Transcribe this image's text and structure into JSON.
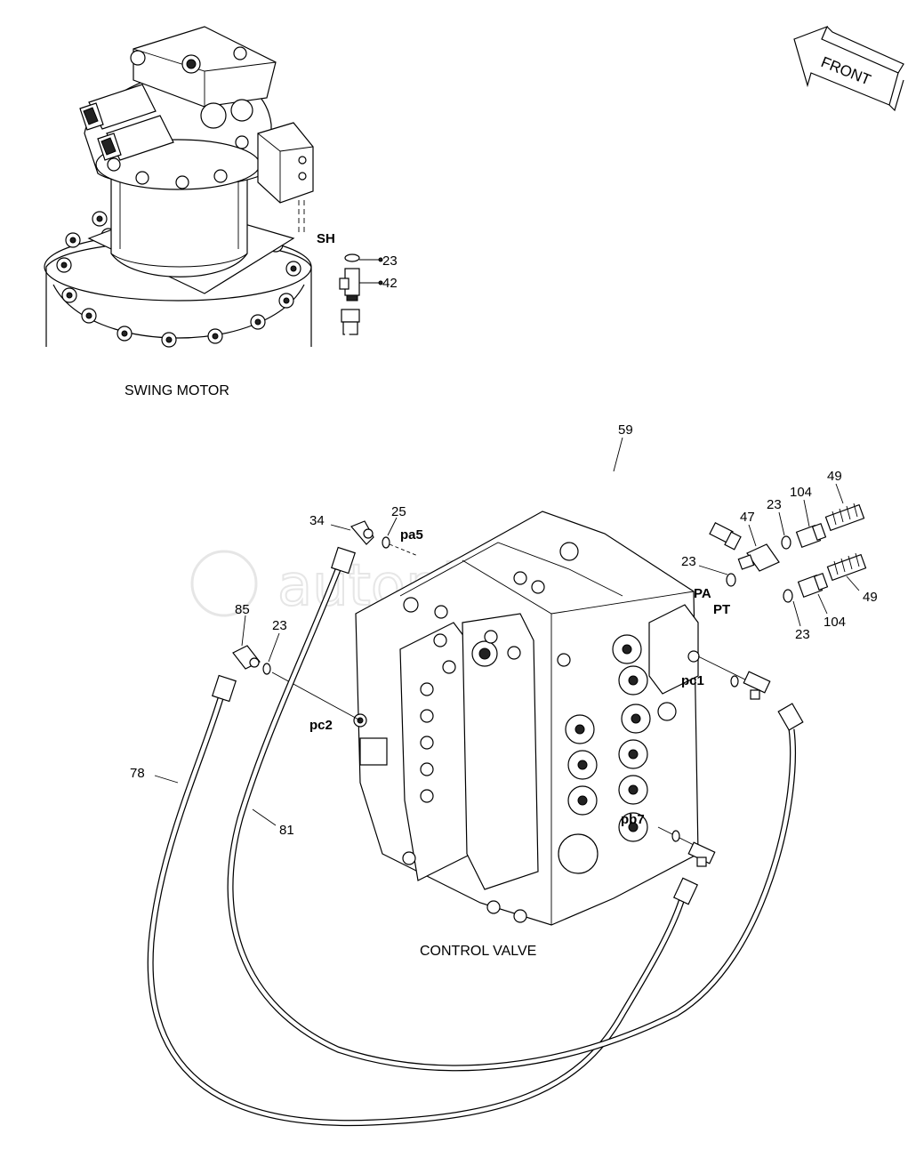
{
  "watermark": "autopiter.ru",
  "direction_arrow": {
    "label": "FRONT"
  },
  "captions": {
    "swing_motor": "SWING MOTOR",
    "control_valve": "CONTROL VALVE"
  },
  "ports": {
    "sh": "SH",
    "pa5": "pa5",
    "pa": "PA",
    "pt": "PT",
    "pc1": "pc1",
    "pc2": "pc2",
    "pb7": "pb7"
  },
  "callouts": {
    "c23_sh": "23",
    "c42": "42",
    "c59": "59",
    "c47": "47",
    "c23_top": "23",
    "c104_top": "104",
    "c49_top": "49",
    "c23_pa": "23",
    "c49_bottom": "49",
    "c104_bottom": "104",
    "c23_pt": "23",
    "c34": "34",
    "c25": "25",
    "c85": "85",
    "c23_pc2": "23",
    "c78": "78",
    "c81": "81"
  }
}
